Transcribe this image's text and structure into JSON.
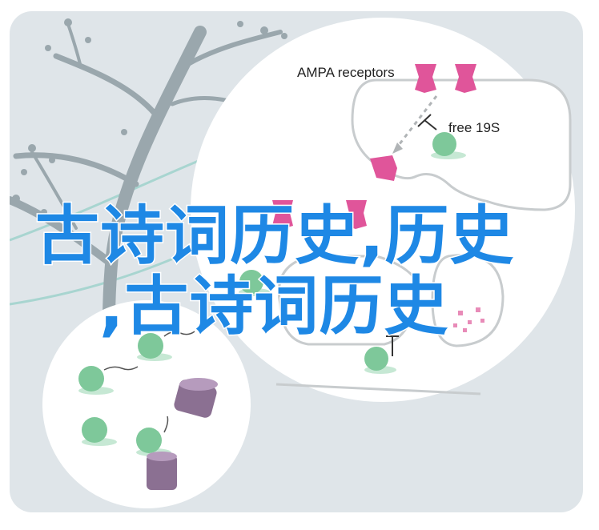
{
  "labels": {
    "ampa": "AMPA receptors",
    "free19s": "free 19S"
  },
  "overlay": {
    "line1": "古诗词历史,历史",
    "line2": ",古诗词历史"
  },
  "colors": {
    "panel_bg": "#dfe5e9",
    "neuron": "#9aa7ad",
    "teal_line": "#a8d5d0",
    "receptor": "#e0559a",
    "proteasome": "#7ec89a",
    "cap": "#8b7092",
    "text_overlay": "#1e88e5"
  }
}
